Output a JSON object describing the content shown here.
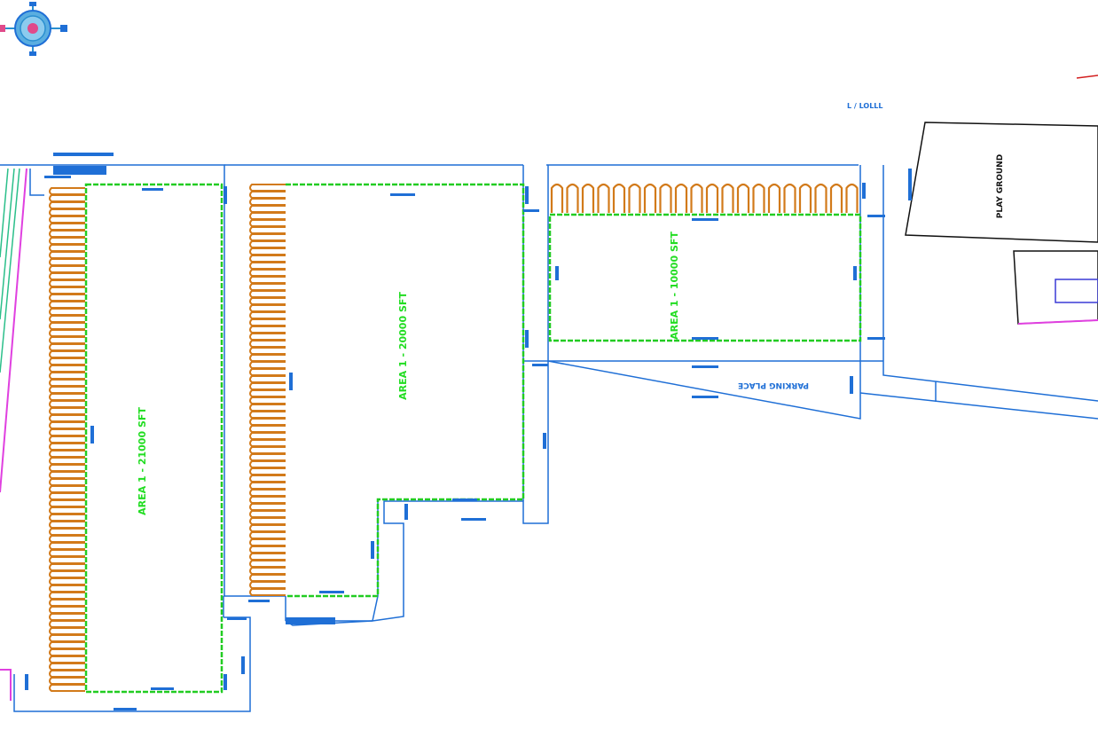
{
  "colors": {
    "outline": "#1f6fd6",
    "area_boundary": "#22cc22",
    "parking_stall": "#d27a1a",
    "area_text": "#22dd22",
    "neighbour": "#111111",
    "boundary_magenta": "#e040e0",
    "boundary_red": "#d32020",
    "compass_ring": "#2a8fd0",
    "compass_centre": "#e04a8a"
  },
  "icons": {
    "compass": "north-arrow-compass-icon"
  },
  "labels": {
    "top_note": "L / LOLLL",
    "area_1": "AREA 1 - 21000 SFT",
    "area_2": "AREA 1 - 20000 SFT",
    "area_3": "AREA 1 - 10000 SFT",
    "parking_place": "PARKING PLACE",
    "play_ground": "PLAY GROUND"
  }
}
